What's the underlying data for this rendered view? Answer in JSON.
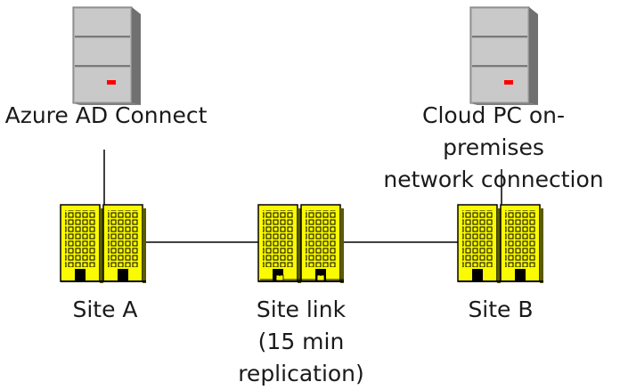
{
  "colors": {
    "server_light": "#c7c7c7",
    "server_dark": "#7a7a7a",
    "server_led": "#ff0000",
    "building_fill": "#fafa00",
    "building_window": "#000000",
    "connector_line": "#000000"
  },
  "labels": {
    "azure_ad_connect": "Azure AD Connect",
    "cloud_pc_line1": "Cloud PC on-premises",
    "cloud_pc_line2": "network connection",
    "site_a": "Site A",
    "site_link_line1": "Site link",
    "site_link_line2": "(15 min replication)",
    "site_b": "Site B"
  },
  "icons": {
    "server_left": "server-icon",
    "server_right": "server-icon",
    "site_a": "office-building-icon",
    "site_link": "office-building-network-icon",
    "site_b": "office-building-icon"
  }
}
